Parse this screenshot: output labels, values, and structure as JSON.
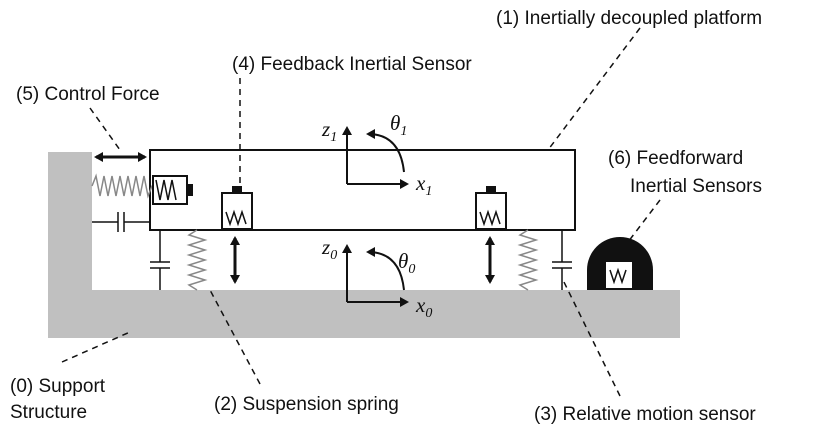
{
  "labels": {
    "platform": "(1) Inertially  decoupled platform",
    "feedback_sensor": "(4) Feedback Inertial Sensor",
    "control_force": "(5) Control Force",
    "feedforward_line1": "(6) Feedforward",
    "feedforward_line2": "Inertial Sensors",
    "support_line1": "(0) Support",
    "support_line2": "Structure",
    "suspension_spring": "(2) Suspension spring",
    "relative_sensor": "(3) Relative  motion sensor"
  },
  "axes": {
    "platform": {
      "z": "z",
      "z_sub": "1",
      "x": "x",
      "x_sub": "1",
      "theta": "θ",
      "theta_sub": "1"
    },
    "ground": {
      "z": "z",
      "z_sub": "0",
      "x": "x",
      "x_sub": "0",
      "theta": "θ",
      "theta_sub": "0"
    }
  },
  "colors": {
    "support": "#c0c0c0",
    "line": "#111111",
    "spring": "#888888"
  }
}
